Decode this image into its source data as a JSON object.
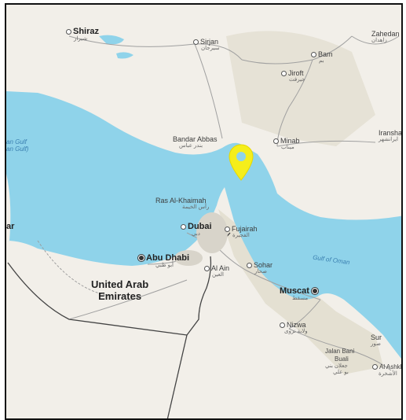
{
  "colors": {
    "water": "#8fd3ea",
    "land": "#f2efe9",
    "desert": "#e9e4d8",
    "green": "#dbe8d2",
    "pin": "#f5ee1b",
    "road": "#9a9a9a",
    "border": "#444444"
  },
  "pin": {
    "icon": "map-pin-icon",
    "color": "#f5ee1b"
  },
  "labels": {
    "shiraz": {
      "name": "Shiraz",
      "native": "شیراز"
    },
    "sirjan": {
      "name": "Sirjan",
      "native": "سیرجان"
    },
    "zahedan": {
      "name": "Zahedan",
      "native": "زاهدان"
    },
    "bam": {
      "name": "Bam",
      "native": "بم"
    },
    "jiroft": {
      "name": "Jiroft",
      "native": "جیرفت"
    },
    "bandar_abbas": {
      "name": "Bandar Abbas",
      "native": "بندر عباس"
    },
    "minab": {
      "name": "Minab",
      "native": "میناب"
    },
    "iranshahr": {
      "name": "Iranshahr",
      "native": "ایرانشهر"
    },
    "persian_gulf": {
      "line1": "an Gulf",
      "line2": "an Gulf)"
    },
    "ras_al_khaimah": {
      "name": "Ras Al-Khaimah",
      "native": "رأس الخيمة"
    },
    "dubai": {
      "name": "Dubai",
      "native": "دبي"
    },
    "fujairah": {
      "name": "Fujairah",
      "native": "الفجيرة"
    },
    "abu_dhabi": {
      "name": "Abu Dhabi",
      "native": "أبو ظبي"
    },
    "al_ain": {
      "name": "Al Ain",
      "native": "العين"
    },
    "sohar": {
      "name": "Sohar",
      "native": "صحار"
    },
    "gulf_of_oman": {
      "name": "Gulf of Oman"
    },
    "uae": {
      "line1": "United Arab",
      "line2": "Emirates"
    },
    "muscat": {
      "name": "Muscat",
      "native": "مسقط"
    },
    "nizwa": {
      "name": "Nizwa",
      "native": "ولاية نزوى"
    },
    "sur": {
      "name": "Sur",
      "native": "صور"
    },
    "jalan": {
      "line1": "Jalan Bani",
      "line2": "Buali",
      "native1": "جعلان بني",
      "native2": "بو علي"
    },
    "al_ashkhara": {
      "name": "Al Ashkh",
      "native": "الأشخرة"
    },
    "ar": {
      "name": "ar"
    }
  }
}
